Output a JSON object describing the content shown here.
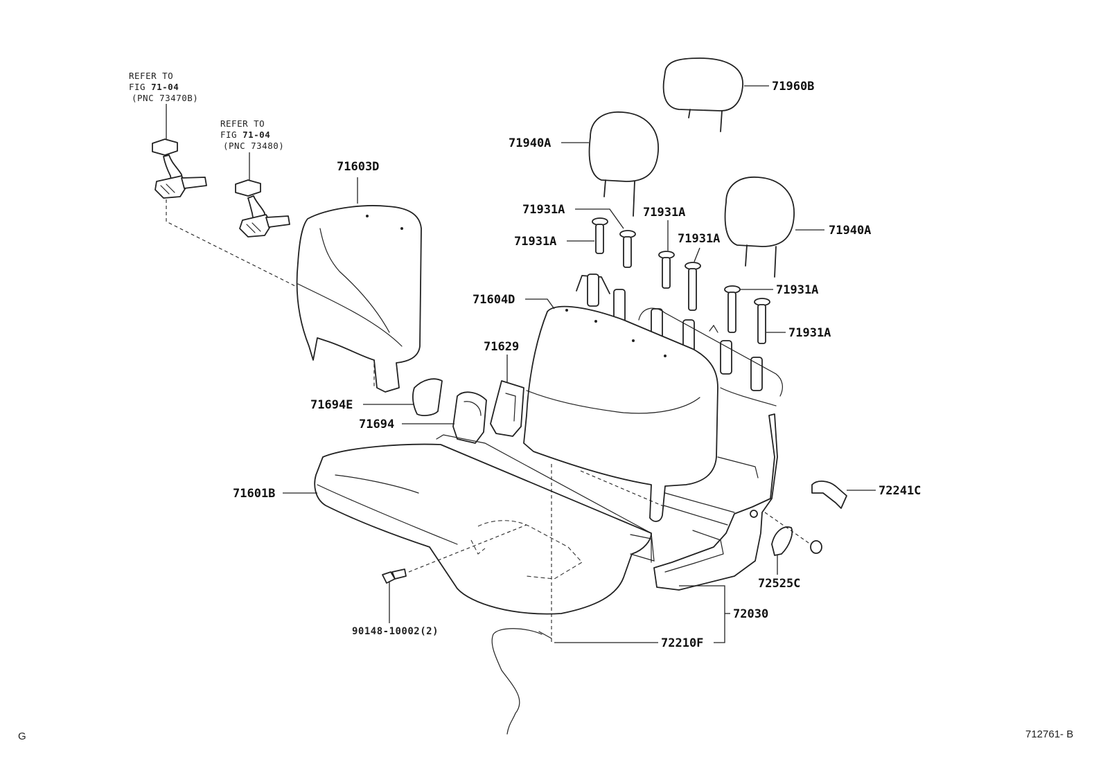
{
  "diagram": {
    "references": [
      {
        "line1": "REFER TO",
        "line2_prefix": "FIG ",
        "line2_fig": "71-04",
        "line3": "(PNC 73470B)"
      },
      {
        "line1": "REFER TO",
        "line2_prefix": "FIG ",
        "line2_fig": "71-04",
        "line3": "(PNC 73480)"
      }
    ],
    "parts": {
      "p71960B": "71960B",
      "p71940A_left": "71940A",
      "p71940A_right": "71940A",
      "p71603D": "71603D",
      "p71931A_1": "71931A",
      "p71931A_2": "71931A",
      "p71931A_3": "71931A",
      "p71931A_4": "71931A",
      "p71931A_5": "71931A",
      "p71931A_6": "71931A",
      "p71604D": "71604D",
      "p71629": "71629",
      "p71694E": "71694E",
      "p71694": "71694",
      "p71601B": "71601B",
      "p72241C": "72241C",
      "p72525C": "72525C",
      "p72030": "72030",
      "p90148": "90148-10002(2)",
      "p72210F": "72210F"
    },
    "corner_left": "G",
    "corner_right": "712761- B"
  }
}
